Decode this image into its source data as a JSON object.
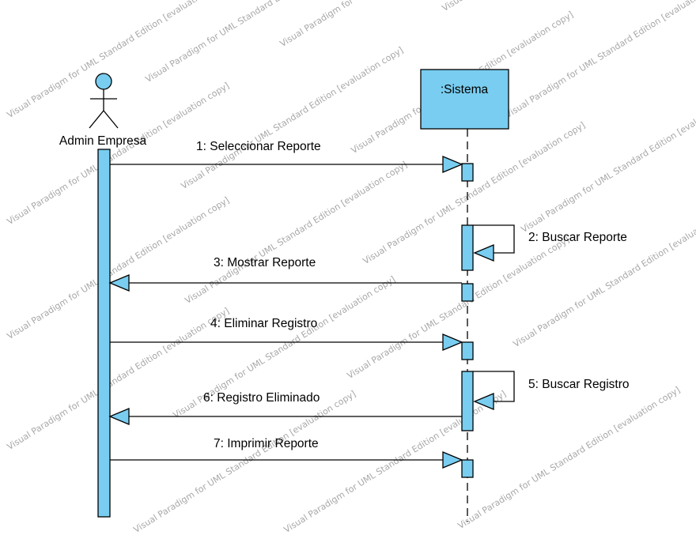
{
  "actor": {
    "name": "Admin Empresa"
  },
  "lifeline": {
    "name": ":Sistema"
  },
  "messages": [
    {
      "label": "1: Seleccionar Reporte",
      "direction": "to-system"
    },
    {
      "label": "2: Buscar Reporte",
      "direction": "self"
    },
    {
      "label": "3: Mostrar Reporte",
      "direction": "to-actor"
    },
    {
      "label": "4: Eliminar Registro",
      "direction": "to-system"
    },
    {
      "label": "5: Buscar Registro",
      "direction": "self"
    },
    {
      "label": "6: Registro Eliminado",
      "direction": "to-actor"
    },
    {
      "label": "7: Imprimir Reporte",
      "direction": "to-system"
    }
  ],
  "watermark": "Visual Paradigm for UML Standard Edition [evaluation copy]",
  "colors": {
    "activation": "#79cdf0",
    "lifeline_box": "#79cdf0",
    "line": "#000000",
    "watermark": "#a8a8a8"
  }
}
